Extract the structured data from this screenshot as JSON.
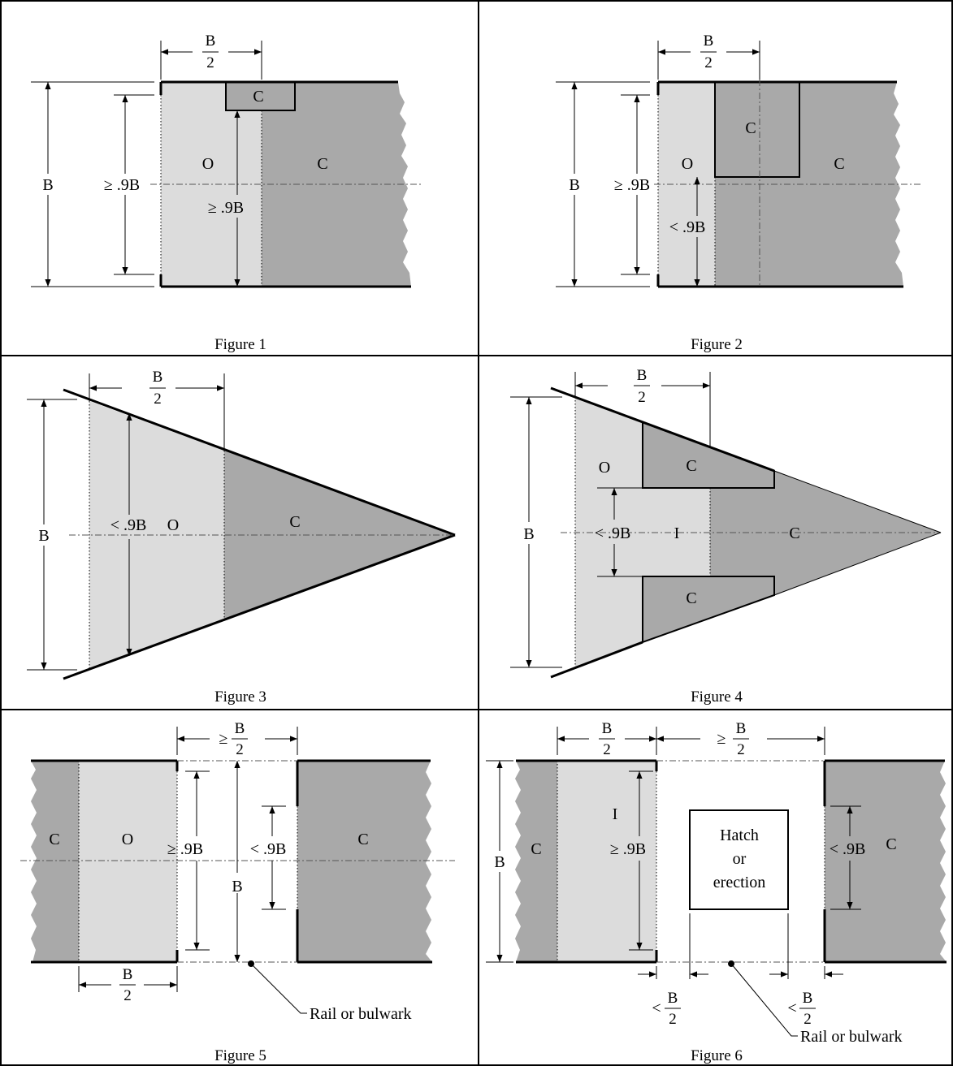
{
  "figures": {
    "f1": {
      "caption": "Figure 1",
      "b_num": "B",
      "b_den": "2",
      "B": "B",
      "ge9b_outer": "≥ .9B",
      "ge9b_inner": "≥ .9B",
      "O": "O",
      "C_area": "C",
      "C_small": "C"
    },
    "f2": {
      "caption": "Figure 2",
      "b_num": "B",
      "b_den": "2",
      "B": "B",
      "ge9b": "≥ .9B",
      "lt9b": "< .9B",
      "O": "O",
      "C_box": "C",
      "C_area": "C"
    },
    "f3": {
      "caption": "Figure 3",
      "b_num": "B",
      "b_den": "2",
      "B": "B",
      "lt9b": "< .9B",
      "O": "O",
      "C": "C"
    },
    "f4": {
      "caption": "Figure 4",
      "b_num": "B",
      "b_den": "2",
      "B": "B",
      "lt9b": "< .9B",
      "O": "O",
      "I": "I",
      "C_top": "C",
      "C_mid": "C",
      "C_bot": "C"
    },
    "f5": {
      "caption": "Figure 5",
      "ge_sym": "≥",
      "b_num": "B",
      "b_den": "2",
      "bot_num": "B",
      "bot_den": "2",
      "C_left": "C",
      "O": "O",
      "C_right": "C",
      "ge9b": "≥ .9B",
      "B": "B",
      "lt9b": "< .9B",
      "rail": "Rail or bulwark"
    },
    "f6": {
      "caption": "Figure 6",
      "b_num": "B",
      "b_den": "2",
      "ge_sym": "≥",
      "gb_num": "B",
      "gb_den": "2",
      "B": "B",
      "C_left": "C",
      "I": "I",
      "ge9b": "≥ .9B",
      "hatch1": "Hatch",
      "hatch2": "or",
      "hatch3": "erection",
      "lt9b": "< .9B",
      "C_right": "C",
      "lt1": "<",
      "lt1_num": "B",
      "lt1_den": "2",
      "lt2": "<",
      "lt2_num": "B",
      "lt2_den": "2",
      "rail": "Rail or bulwark"
    }
  }
}
